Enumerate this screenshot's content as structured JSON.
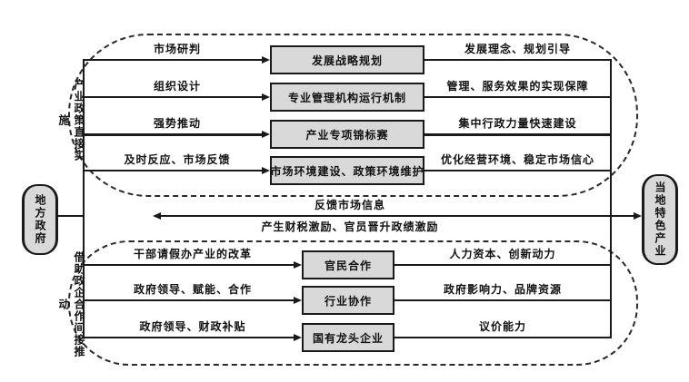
{
  "nodes": {
    "left": {
      "label": "地方政府"
    },
    "right": {
      "label": "当地特色产业"
    }
  },
  "top_section": {
    "side_label": "产业政策直接实施",
    "rows": [
      {
        "left_label": "市场研判",
        "box": "发展战略规划",
        "right_label": "发展理念、规划引导"
      },
      {
        "left_label": "组织设计",
        "box": "专业管理机构运行机制",
        "right_label": "管理、服务效果的实现保障"
      },
      {
        "left_label": "强势推动",
        "box": "产业专项锦标赛",
        "right_label": "集中行政力量快速建设"
      },
      {
        "left_label": "及时反应、市场反馈",
        "box": "市场环境建设、政策环境维护",
        "right_label": "优化经营环境、稳定市场信心"
      }
    ]
  },
  "feedback": {
    "top_label": "反馈市场信息",
    "bottom_label": "产生财税激励、官员晋升政绩激励"
  },
  "bottom_section": {
    "side_label": "借助政企合作间接推动",
    "rows": [
      {
        "left_label": "干部请假办产业的改革",
        "box": "官民合作",
        "right_label": "人力资本、创新动力"
      },
      {
        "left_label": "政府领导、赋能、合作",
        "box": "行业协作",
        "right_label": "政府影响力、品牌资源"
      },
      {
        "left_label": "政府领导、财政补贴",
        "box": "国有龙头企业",
        "right_label": "议价能力"
      }
    ]
  },
  "colors": {
    "box_fill": "#d9d9d9",
    "line": "#1a1a1a",
    "background": "#ffffff"
  }
}
